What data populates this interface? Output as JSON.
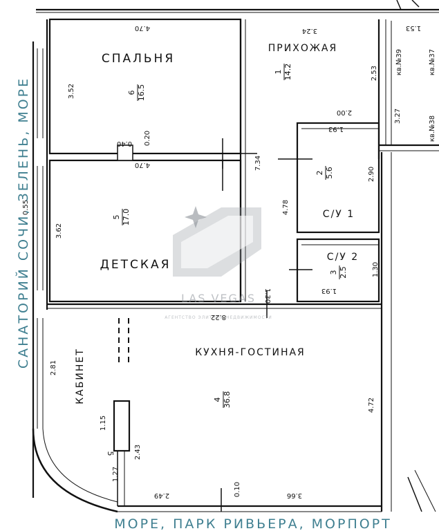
{
  "plan": {
    "side_label_left": "САНАТОРИЙ СОЧИ, ЗЕЛЕНЬ, МОРЕ",
    "side_label_bottom": "МОРЕ, ПАРК РИВЬЕРА, МОРПОРТ",
    "watermark_main": "LAS VEGAS",
    "watermark_sub": "АГЕНТСТВО ЭЛИТНОЙ НЕДВИЖИМОСТИ",
    "rooms": {
      "bedroom": {
        "name": "СПАЛЬНЯ",
        "num": "6",
        "area": "16.5"
      },
      "hallway": {
        "name": "ПРИХОЖАЯ",
        "num": "1",
        "area": "14.2"
      },
      "childroom": {
        "name": "ДЕТСКАЯ",
        "num": "5",
        "area": "17.0"
      },
      "bath1": {
        "name": "С/У 1",
        "num": "2",
        "area": "5.6"
      },
      "bath2": {
        "name": "С/У 2",
        "num": "3",
        "area": "2.5"
      },
      "kitchen": {
        "name": "КУХНЯ-ГОСТИНАЯ",
        "num": "4",
        "area": "36.8"
      },
      "cabinet": {
        "name": "КАБИНЕТ",
        "num": "5"
      }
    },
    "neighbors": {
      "apt39": "кв.№39",
      "apt38": "кв.№38",
      "apt37": "кв.№37"
    },
    "dims": {
      "bedroom_top": "4.70",
      "bedroom_side": "3.52",
      "bedroom_wall": "0.40",
      "bedroom_gap": "0.20",
      "hall_top": "3.24",
      "hall_side": "2.53",
      "hall_mid": "2.00",
      "hall_len": "7.34",
      "hall_len2": "4.78",
      "right_top": "1.53",
      "right_side": "3.27",
      "bath1_top": "1.93",
      "bath1_side": "2.90",
      "bath2_side": "1.30",
      "bath2_bottom": "1.93",
      "child_top": "4.70",
      "child_side": "3.62",
      "child_bottom": "1.30",
      "left_edge": "0.55",
      "kitchen_top": "8.22",
      "kitchen_side": "4.72",
      "kitchen_bottom": "3.66",
      "cab_side": "2.81",
      "cab_col1": "1.15",
      "cab_col2": "2.43",
      "cab_col3": "1.27",
      "cab_bottom": "2.49",
      "cab_gap": "0.10"
    }
  }
}
